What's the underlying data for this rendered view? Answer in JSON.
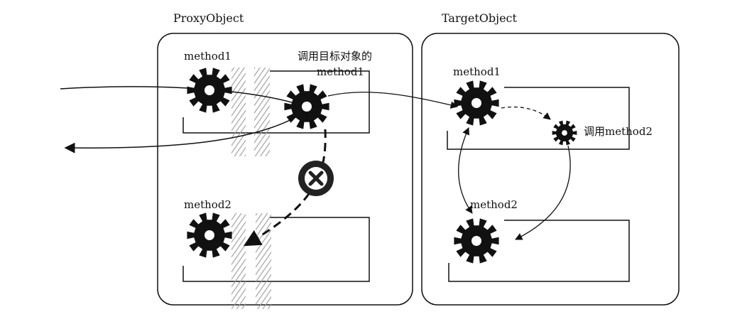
{
  "proxy": {
    "title": "ProxyObject",
    "method1_label": "method1",
    "call_target_label": "调用目标对象的",
    "call_target_method": "method1",
    "method2_label": "method2"
  },
  "target": {
    "title": "TargetObject",
    "method1_label": "method1",
    "call_method2_label": "调用method2",
    "method2_label": "method2"
  },
  "colors": {
    "ink": "#111111",
    "blocked_marker": "#222222",
    "hatch": "#9a9a9a"
  },
  "icons": {
    "gear": "gear-icon",
    "blocked": "blocked-x-icon"
  }
}
